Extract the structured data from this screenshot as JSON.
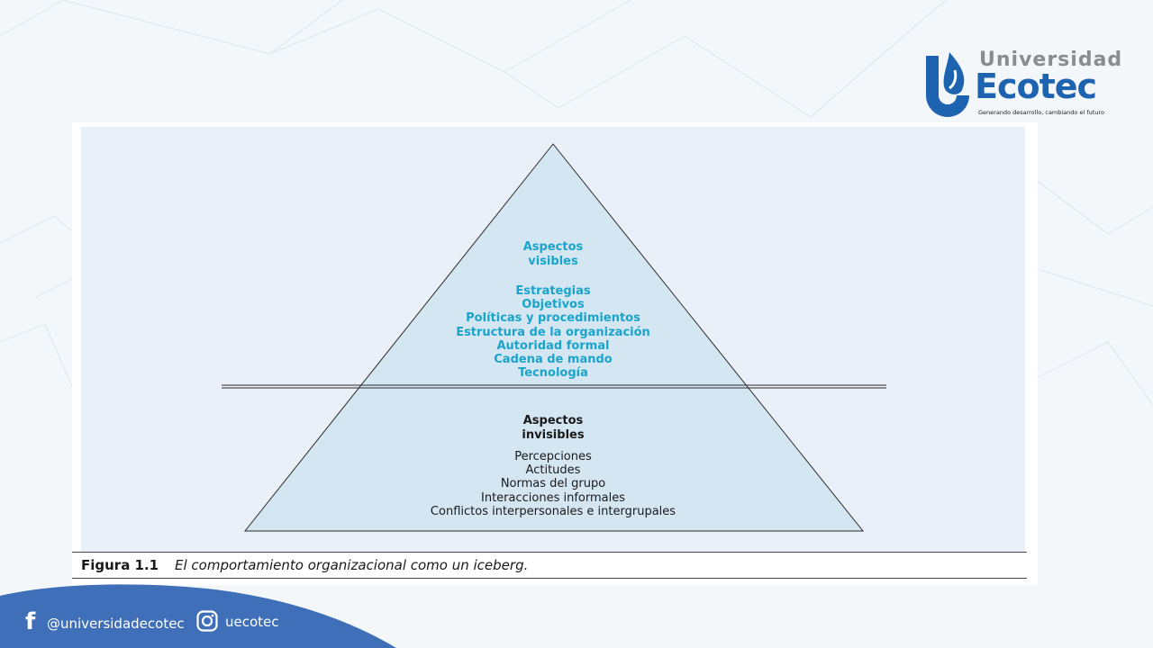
{
  "logo": {
    "title": "Universidad",
    "name": "Ecotec",
    "tagline": "Generando desarrollo, cambiando el futuro",
    "colors": {
      "blue": "#1e63b0",
      "gray": "#8a8c90"
    }
  },
  "diagram": {
    "visible": {
      "heading": [
        "Aspectos",
        "visibles"
      ],
      "items": [
        "Estrategias",
        "Objetivos",
        "Políticas y procedimientos",
        "Estructura de la organización",
        "Autoridad formal",
        "Cadena de mando",
        "Tecnología"
      ],
      "color": "#1aa4cc"
    },
    "invisible": {
      "heading": [
        "Aspectos",
        "invisibles"
      ],
      "items": [
        "Percepciones",
        "Actitudes",
        "Normas del grupo",
        "Interacciones informales",
        "Conflictos interpersonales e intergrupales"
      ],
      "color": "#1a1a1a"
    },
    "fill_color": "#d4e6f1"
  },
  "caption": {
    "label": "Figura 1.1",
    "text": "El comportamiento organizacional como un iceberg."
  },
  "footer": {
    "facebook_icon": "facebook-icon",
    "facebook_handle": "@universidadecotec",
    "instagram_icon": "instagram-icon",
    "instagram_handle": "uecotec",
    "color": "#3f6fb8"
  }
}
